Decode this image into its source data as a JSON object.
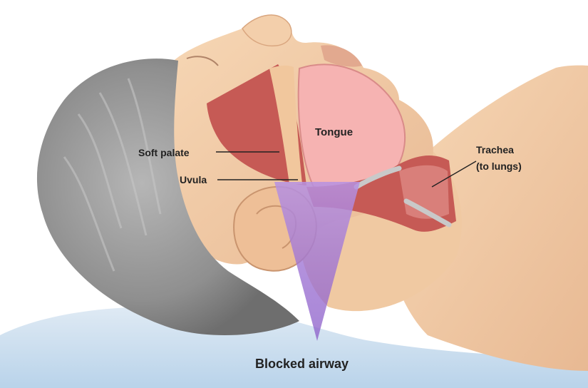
{
  "labels": {
    "soft_palate": "Soft palate",
    "uvula": "Uvula",
    "tongue": "Tongue",
    "trachea_line1": "Trachea",
    "trachea_line2": "(to lungs)",
    "blocked_airway": "Blocked airway"
  },
  "colors": {
    "skin": "#f2cda7",
    "skin_shadow": "#e0ae86",
    "hair": "#9b9b9b",
    "pillow": "#cfe2f1",
    "tongue": "#f6b3b2",
    "throat_tissue": "#c65a55",
    "soft_palate": "#f1c79d",
    "airway_highlight": "#9a6fd0",
    "cartilage": "#c9c9c9"
  }
}
